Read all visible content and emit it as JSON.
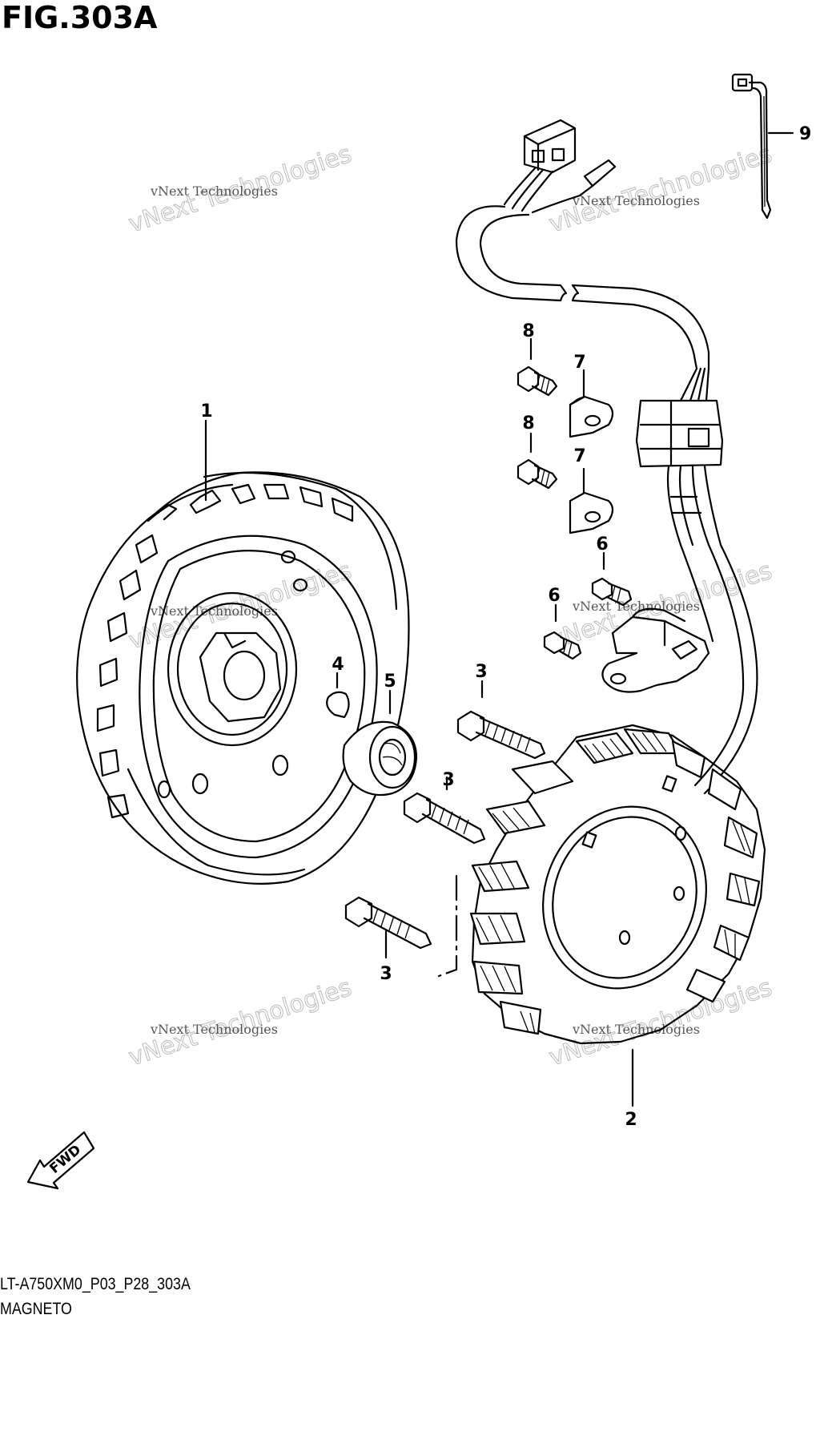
{
  "figure": {
    "title": "FIG.303A",
    "code": "LT-A750XM0_P03_P28_303A",
    "name": "MAGNETO"
  },
  "callouts": [
    "1",
    "2",
    "3",
    "3",
    "3",
    "4",
    "5",
    "6",
    "6",
    "7",
    "7",
    "8",
    "8",
    "9"
  ],
  "direction_arrow": "FWD",
  "watermark": {
    "line1": "vNext Technologies",
    "line2": "vNext Technologies"
  },
  "parts": [
    {
      "ref": "1",
      "icon": "stator-coil-icon"
    },
    {
      "ref": "2",
      "icon": "rotor-flywheel-icon"
    },
    {
      "ref": "3",
      "icon": "bolt-icon"
    },
    {
      "ref": "4",
      "icon": "woodruff-key-icon"
    },
    {
      "ref": "5",
      "icon": "washer-nut-icon"
    },
    {
      "ref": "6",
      "icon": "bolt-icon"
    },
    {
      "ref": "7",
      "icon": "clamp-icon"
    },
    {
      "ref": "8",
      "icon": "bolt-icon"
    },
    {
      "ref": "9",
      "icon": "cable-tie-icon"
    }
  ]
}
